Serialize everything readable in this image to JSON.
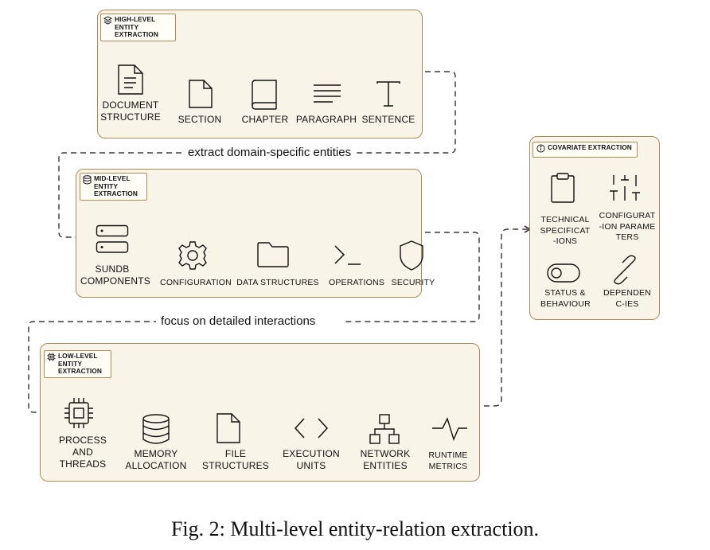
{
  "panels": {
    "high_level": {
      "title": "HIGH-LEVEL ENTITY EXTRACTION",
      "items": [
        "DOCUMENT STRUCTURE",
        "SECTION",
        "CHAPTER",
        "PARAGRAPH",
        "SENTENCE"
      ]
    },
    "mid_level": {
      "title": "MID-LEVEL ENTITY EXTRACTION",
      "items": [
        "SUNDB COMPONENTS",
        "CONFIGURATION",
        "DATA STRUCTURES",
        "OPERATIONS",
        "SECURITY"
      ]
    },
    "low_level": {
      "title": "LOW-LEVEL ENTITY EXTRACTION",
      "items": [
        "PROCESS AND THREADS",
        "MEMORY ALLOCATION",
        "FILE STRUCTURES",
        "EXECUTION UNITS",
        "NETWORK ENTITIES",
        "RUNTIME METRICS"
      ]
    },
    "covariate": {
      "title": "COVARIATE EXTRACTION",
      "items": [
        "TECHNICAL SPECIFICAT-IONS",
        "CONFIGURAT-ION PARAMETERS",
        "STATUS & BEHAVIOUR",
        "DEPENDENC-IES"
      ]
    }
  },
  "flow_labels": {
    "high_to_mid": "extract domain-specific entities",
    "mid_to_low": "focus on detailed interactions"
  },
  "caption": "Fig. 2: Multi-level entity-relation extraction.",
  "colors": {
    "panel_fill": "#f8f4e8",
    "panel_border": "#b08a56",
    "ink": "#111111"
  },
  "icons": {
    "high_level": [
      "document-icon",
      "section-icon",
      "chapter-icon",
      "paragraph-icon",
      "sentence-icon"
    ],
    "mid_level": [
      "database-components-icon",
      "configuration-gear-icon",
      "folder-icon",
      "terminal-icon",
      "shield-icon"
    ],
    "low_level": [
      "cpu-chip-icon",
      "memory-database-icon",
      "file-icon",
      "code-brackets-icon",
      "network-icon",
      "waveform-icon"
    ],
    "covariate": [
      "clipboard-icon",
      "sliders-icon",
      "toggle-icon",
      "link-icon"
    ]
  }
}
